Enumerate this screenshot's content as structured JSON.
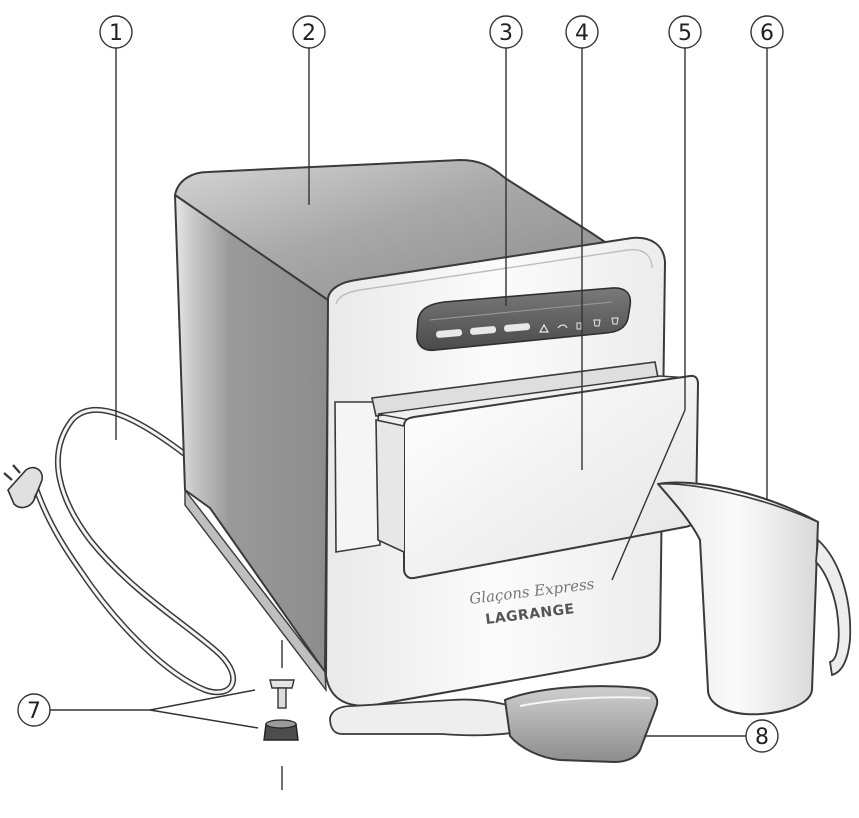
{
  "callouts": [
    {
      "id": "1",
      "label": "1"
    },
    {
      "id": "2",
      "label": "2"
    },
    {
      "id": "3",
      "label": "3"
    },
    {
      "id": "4",
      "label": "4"
    },
    {
      "id": "5",
      "label": "5"
    },
    {
      "id": "6",
      "label": "6"
    },
    {
      "id": "7",
      "label": "7"
    },
    {
      "id": "8",
      "label": "8"
    }
  ],
  "branding": {
    "script": "Glaçons Express",
    "logo": "LAGRANGE"
  },
  "colors": {
    "body_dark": "#8f8f8f",
    "body_light": "#f2f2f2",
    "outline": "#3a3a3a",
    "panel": "#5a5a5a"
  }
}
